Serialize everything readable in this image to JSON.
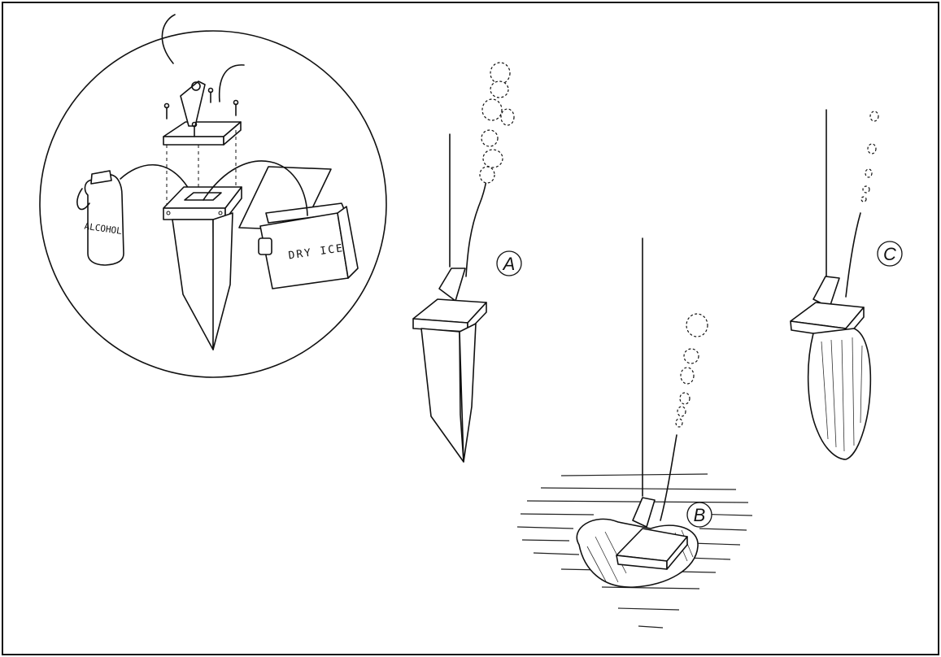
{
  "inset": {
    "bottle_label": "ALCOHOL",
    "box_label": "DRY ICE"
  },
  "stages": [
    {
      "label": "A"
    },
    {
      "label": "B"
    },
    {
      "label": "C"
    }
  ]
}
